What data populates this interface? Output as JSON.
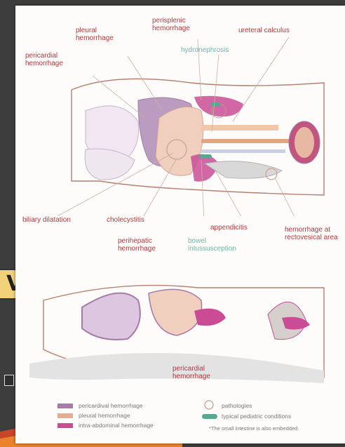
{
  "labels": {
    "perisplenic": "perisplenic\nhemorrhage",
    "pleural_top": "pleural\nhemorrhage",
    "ureteral": "ureteral calculus",
    "hydronephrosis": "hydronephrosis",
    "pericardial_top": "pericardial\nhemorrhage",
    "biliary": "biliary dilatation",
    "cholecystitis": "cholecystitis",
    "appendicitis": "appendicitis",
    "rectovesical": "hemorrhage at\nrectovesical area",
    "perihepatic": "perihepatic\nhemorrhage",
    "bowel": "bowel\nintussusception",
    "pericardial_bottom": "pericardial\nhemorrhage"
  },
  "legend": {
    "items": [
      {
        "label": "pericardival hemorrhage",
        "color": "#a77aa9"
      },
      {
        "label": "pleural hemorrhage",
        "color": "#e4ad8f"
      },
      {
        "label": "intra-abdominal hemorrhage",
        "color": "#c94c95"
      }
    ],
    "pathologies": "pathologies",
    "pediatric": "typical pediatric conditions",
    "footnote": "*The small intestine is also embedded."
  },
  "overlay": {
    "badge_text": "V!"
  },
  "colors": {
    "outline": "#b88070",
    "pericardial": "#a77aa9",
    "pleural": "#e4ad8f",
    "abdominal": "#c94c95",
    "teal": "#5aa78f",
    "label_red": "#b5373c"
  }
}
